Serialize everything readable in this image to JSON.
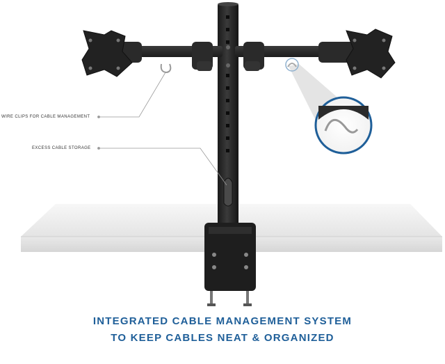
{
  "product": {
    "name": "dual monitor desk mount"
  },
  "callouts": {
    "wire_clips": "WIRE CLIPS FOR CABLE MANAGEMENT",
    "cable_storage": "EXCESS CABLE STORAGE"
  },
  "caption": {
    "line1": "INTEGRATED CABLE MANAGEMENT SYSTEM",
    "line2": "TO KEEP CABLES NEAT & ORGANIZED"
  },
  "colors": {
    "caption_text": "#1f5f99",
    "metal": "#2b2b2b",
    "desk": "#eeeeee",
    "callout_line": "#999999",
    "magnifier_ring": "#1f5f99"
  }
}
